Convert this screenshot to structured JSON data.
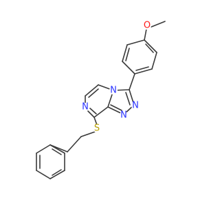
{
  "molecule": {
    "colors": {
      "bond": "#3a3a3a",
      "N": "#2a33ff",
      "O": "#ff1a1a",
      "S": "#b8a000",
      "background": "#ffffff"
    },
    "labels": {
      "o_methoxy": "O",
      "n_ring_bridge": "N",
      "n_triazole_a": "N",
      "n_triazole_b": "N",
      "n_pyrazine": "N",
      "s_thioether": "S"
    }
  }
}
